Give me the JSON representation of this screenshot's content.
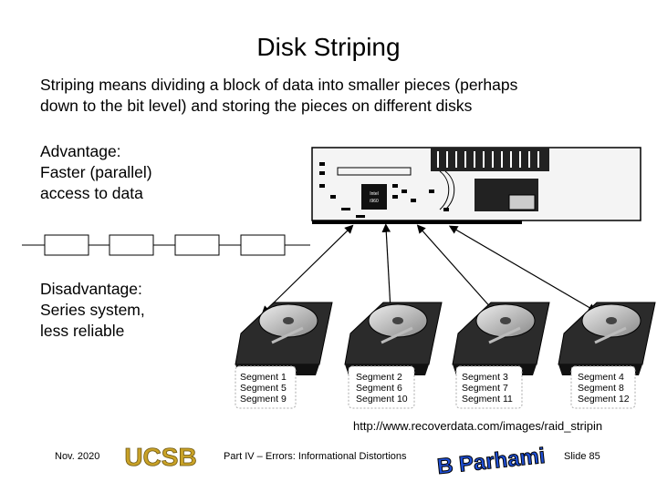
{
  "slide": {
    "title": "Disk Striping",
    "intro_line1": "Striping means dividing a block of data into smaller pieces (perhaps",
    "intro_line2": "down to the bit level) and storing the pieces on different disks",
    "advantage_line1": "Advantage:",
    "advantage_line2": "Faster (parallel)",
    "advantage_line3": "access to data",
    "disadvantage_line1": "Disadvantage:",
    "disadvantage_line2": "Series system,",
    "disadvantage_line3": "less reliable",
    "source_url": "http://www.recoverdata.com/images/raid_stripin"
  },
  "board": {
    "chip_label_1": "Intel",
    "chip_label_2": "i960"
  },
  "disks": [
    {
      "segments": [
        "Segment 1",
        "Segment 5",
        "Segment 9"
      ]
    },
    {
      "segments": [
        "Segment 2",
        "Segment 6",
        "Segment 10"
      ]
    },
    {
      "segments": [
        "Segment 3",
        "Segment 7",
        "Segment 11"
      ]
    },
    {
      "segments": [
        "Segment 4",
        "Segment 8",
        "Segment 12"
      ]
    }
  ],
  "footer": {
    "date": "Nov. 2020",
    "logo_text": "UCSB",
    "course": "Part IV – Errors: Informational Distortions",
    "author_logo_text": "B Parhami",
    "slide_number": "Slide 85"
  },
  "colors": {
    "logo_gold": "#c9a227",
    "author_blue": "#1f4fd6",
    "board_green": "#d8d8d8"
  }
}
